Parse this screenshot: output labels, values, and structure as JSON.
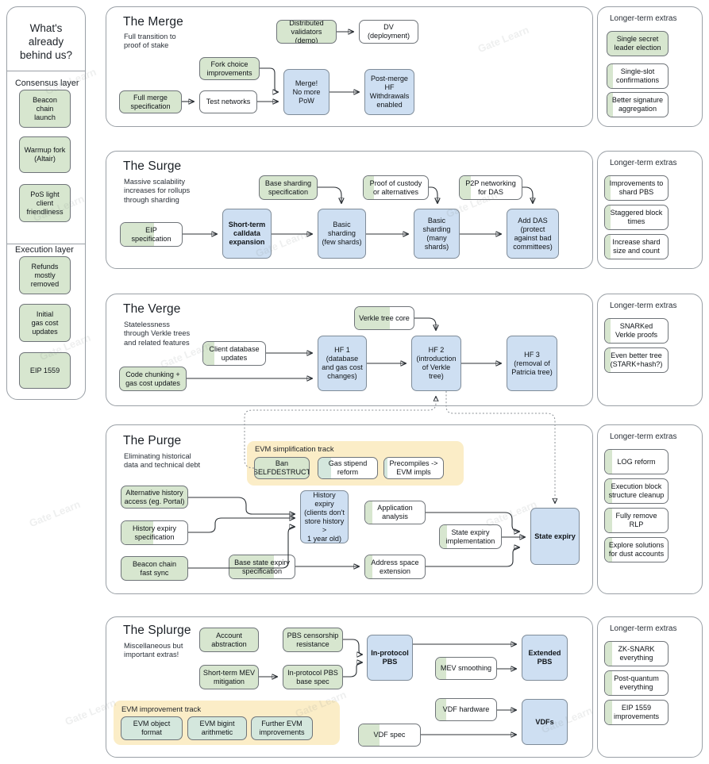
{
  "sidebar": {
    "title": "What's\nalready\nbehind us?",
    "groups": [
      {
        "label": "Consensus layer",
        "items": [
          {
            "label": "Beacon\nchain\nlaunch"
          },
          {
            "label": "Warmup fork\n(Altair)"
          },
          {
            "label": "PoS light\nclient\nfriendliness"
          }
        ]
      },
      {
        "label": "Execution layer",
        "items": [
          {
            "label": "Refunds\nmostly\nremoved"
          },
          {
            "label": "Initial\ngas cost\nupdates"
          },
          {
            "label": "EIP 1559"
          }
        ]
      }
    ]
  },
  "extras_heading": "Longer-term extras",
  "sections": [
    {
      "title": "The Merge",
      "subtitle": "Full transition to\nproof of stake",
      "nodes": [
        {
          "label": "Distributed\nvalidators (demo)"
        },
        {
          "label": "DV\n(deployment)"
        },
        {
          "label": "Fork choice\nimprovements"
        },
        {
          "label": "Full merge\nspecification"
        },
        {
          "label": "Test networks"
        },
        {
          "label": "Merge!\nNo more\nPoW"
        },
        {
          "label": "Post-merge\nHF\nWithdrawals\nenabled"
        }
      ],
      "extras": [
        {
          "label": "Single secret\nleader election"
        },
        {
          "label": "Single-slot\nconfirmations"
        },
        {
          "label": "Better signature\naggregation"
        }
      ]
    },
    {
      "title": "The Surge",
      "subtitle": "Massive scalability\nincreases for rollups\nthrough sharding",
      "nodes": [
        {
          "label": "Base sharding\nspecification"
        },
        {
          "label": "Proof of custody\nor alternatives"
        },
        {
          "label": "P2P networking\nfor DAS"
        },
        {
          "label": "EIP\nspecification"
        },
        {
          "label": "Short-term\ncalldata\nexpansion"
        },
        {
          "label": "Basic\nsharding\n(few shards)"
        },
        {
          "label": "Basic\nsharding\n(many\nshards)"
        },
        {
          "label": "Add DAS\n(protect\nagainst bad\ncommittees)"
        }
      ],
      "extras": [
        {
          "label": "Improvements to\nshard PBS"
        },
        {
          "label": "Staggered block\ntimes"
        },
        {
          "label": "Increase shard\nsize and count"
        }
      ]
    },
    {
      "title": "The Verge",
      "subtitle": "Statelessness\nthrough Verkle trees\nand related features",
      "nodes": [
        {
          "label": "Verkle tree core"
        },
        {
          "label": "Client database\nupdates"
        },
        {
          "label": "Code chunking +\ngas cost updates"
        },
        {
          "label": "HF 1\n(database\nand gas cost\nchanges)"
        },
        {
          "label": "HF 2\n(introduction\nof Verkle\ntree)"
        },
        {
          "label": "HF 3\n(removal of\nPatricia tree)"
        }
      ],
      "extras": [
        {
          "label": "SNARKed\nVerkle proofs"
        },
        {
          "label": "Even better tree\n(STARK+hash?)"
        }
      ]
    },
    {
      "title": "The Purge",
      "subtitle": "Eliminating historical\ndata and technical debt",
      "track_label": "EVM simplification track",
      "track_nodes": [
        {
          "label": "Ban\nSELFDESTRUCT"
        },
        {
          "label": "Gas stipend\nreform"
        },
        {
          "label": "Precompiles ->\nEVM impls"
        }
      ],
      "nodes": [
        {
          "label": "Alternative history\naccess (eg. Portal)"
        },
        {
          "label": "History expiry\nspecification"
        },
        {
          "label": "Beacon chain\nfast sync"
        },
        {
          "label": "History\nexpiry\n(clients don't\nstore history >\n1 year old)"
        },
        {
          "label": "Application\nanalysis"
        },
        {
          "label": "State expiry\nimplementation"
        },
        {
          "label": "Base state expiry\nspecification"
        },
        {
          "label": "Address space\nextension"
        },
        {
          "label": "State expiry"
        }
      ],
      "extras": [
        {
          "label": "LOG reform"
        },
        {
          "label": "Execution block\nstructure cleanup"
        },
        {
          "label": "Fully remove\nRLP"
        },
        {
          "label": "Explore solutions\nfor dust accounts"
        }
      ]
    },
    {
      "title": "The Splurge",
      "subtitle": "Miscellaneous but\nimportant extras!",
      "track_label": "EVM improvement track",
      "track_nodes": [
        {
          "label": "EVM object\nformat"
        },
        {
          "label": "EVM bigint\narithmetic"
        },
        {
          "label": "Further EVM\nimprovements"
        }
      ],
      "nodes": [
        {
          "label": "Account\nabstraction"
        },
        {
          "label": "PBS censorship\nresistance"
        },
        {
          "label": "Short-term MEV\nmitigation"
        },
        {
          "label": "In-protocol PBS\nbase spec"
        },
        {
          "label": "In-protocol\nPBS"
        },
        {
          "label": "MEV smoothing"
        },
        {
          "label": "Extended\nPBS"
        },
        {
          "label": "VDF hardware"
        },
        {
          "label": "VDF spec"
        },
        {
          "label": "VDFs"
        }
      ],
      "extras": [
        {
          "label": "ZK-SNARK\neverything"
        },
        {
          "label": "Post-quantum\neverything"
        },
        {
          "label": "EIP 1559\nimprovements"
        }
      ]
    }
  ],
  "watermarks": [
    "Gate Learn",
    "Gate Learn",
    "Gate Learn",
    "Gate Learn",
    "Gate Learn",
    "Gate Learn",
    "Gate Learn",
    "Gate Learn",
    "Gate Learn",
    "Gate Learn",
    "Gate Learn",
    "Gate Learn"
  ],
  "colors": {
    "green": "#d7e6cf",
    "blue": "#cedff2",
    "teal": "#d4e7dd",
    "track": "#fbedc7",
    "border": "#6f7479",
    "panel_border": "#9aa0a6"
  }
}
